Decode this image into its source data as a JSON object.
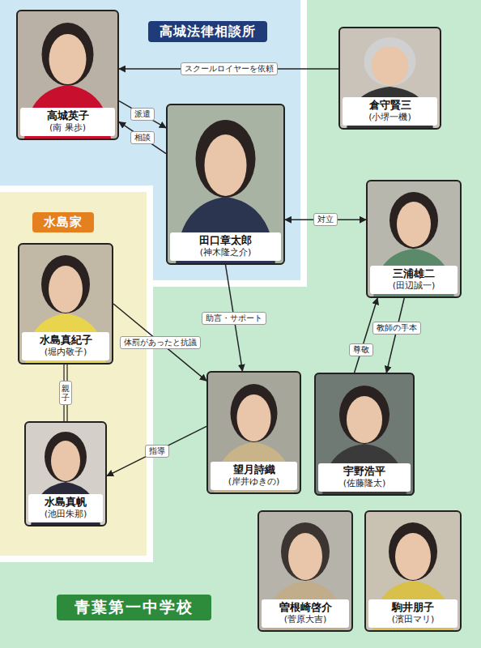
{
  "diagram": {
    "nodes": [
      {
        "text": [
          "高城法律相談所"
        ]
      },
      {
        "text": [
          "高城英子",
          "(南 果歩)"
        ],
        "in": 0
      },
      {
        "text": [
          "田口章太郎",
          "(神木隆之介)"
        ],
        "in": 0
      },
      {
        "text": [
          "水島家"
        ]
      },
      {
        "text": [
          "水島真紀子",
          "(堀内敬子)"
        ],
        "in": 3
      },
      {
        "text": [
          "水島真帆",
          "(池田朱那)"
        ],
        "in": 3
      },
      {
        "text": [
          "青葉第一中学校"
        ]
      },
      {
        "text": [
          "倉守賢三",
          "(小堺一機)"
        ],
        "in": 6
      },
      {
        "text": [
          "三浦雄二",
          "(田辺誠一)"
        ],
        "in": 6
      },
      {
        "text": [
          "望月詩織",
          "(岸井ゆきの)"
        ],
        "in": 6
      },
      {
        "text": [
          "宇野浩平",
          "(佐藤隆太)"
        ],
        "in": 6
      },
      {
        "text": [
          "曽根崎啓介",
          "(菅原大吉)"
        ],
        "in": 6
      },
      {
        "text": [
          "駒井朋子",
          "(濱田マリ)"
        ],
        "in": 6
      }
    ],
    "edges": [
      {
        "from": 7,
        "to": 1,
        "label": "スクールロイヤーを依頼",
        "arrow": "to"
      },
      {
        "from": 1,
        "to": 2,
        "label": "派遣",
        "arrow": "to"
      },
      {
        "from": 2,
        "to": 1,
        "label": "相談",
        "arrow": "to"
      },
      {
        "from": 2,
        "to": 8,
        "label": "対立",
        "arrow": "both"
      },
      {
        "from": 2,
        "to": 9,
        "label": "助言・サポート",
        "arrow": "to"
      },
      {
        "from": 4,
        "to": 9,
        "label": "体罰があったと抗議",
        "arrow": "to"
      },
      {
        "from": 4,
        "to": 5,
        "label": "親子",
        "arrow": "none"
      },
      {
        "from": 9,
        "to": 5,
        "label": "指導",
        "arrow": "to"
      },
      {
        "from": 10,
        "to": 8,
        "label": "尊敬",
        "arrow": "to"
      },
      {
        "from": 8,
        "to": 10,
        "label": "教師の手本",
        "arrow": "to"
      }
    ]
  }
}
